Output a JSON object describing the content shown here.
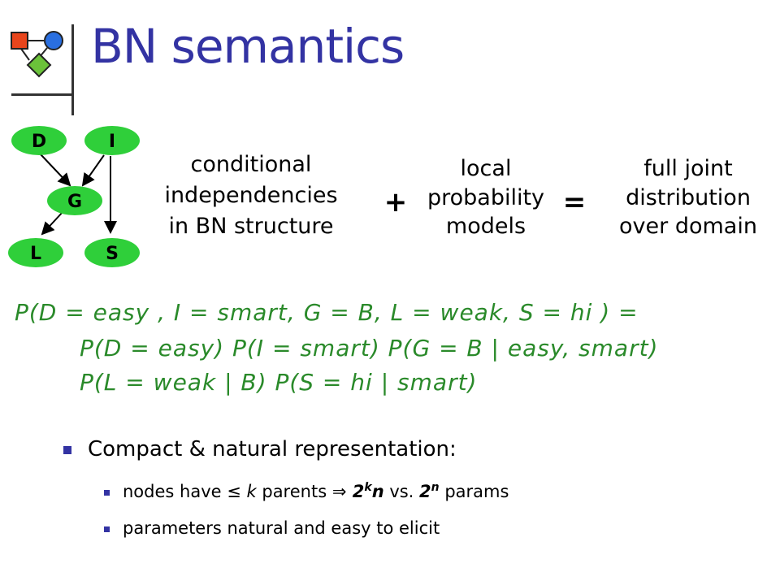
{
  "title": "BN semantics",
  "graph": {
    "nodes": [
      "D",
      "I",
      "G",
      "L",
      "S"
    ],
    "edges": [
      [
        "D",
        "G"
      ],
      [
        "I",
        "G"
      ],
      [
        "G",
        "L"
      ],
      [
        "I",
        "S"
      ]
    ]
  },
  "equation": {
    "term1": [
      "conditional",
      "independencies",
      "in BN structure"
    ],
    "plus": "+",
    "term2": [
      "local",
      "probability",
      "models"
    ],
    "equals": "=",
    "term3": [
      "full joint",
      "distribution",
      "over domain"
    ]
  },
  "formula": [
    "P(D = easy , I = smart, G = B, L = weak, S = hi ) =",
    "P(D = easy) P(I = smart) P(G = B | easy, smart)",
    "P(L = weak | B) P(S = hi | smart)"
  ],
  "bullets": {
    "main": "Compact & natural representation:",
    "sub1": {
      "a": "nodes have ",
      "le": "≤",
      "k": " k",
      "b": " parents  ",
      "imp": "⇒",
      "c": " 2",
      "sup_k": "k",
      "n1": "n",
      "d": "  vs. ",
      "e": "2",
      "sup_n": "n",
      "f": "  params"
    },
    "sub2": "parameters natural and easy to elicit"
  },
  "colors": {
    "title": "#3333a3",
    "formula": "#2a8a2a",
    "node_fill": "#2fcf3a",
    "bullet": "#3333a3"
  }
}
